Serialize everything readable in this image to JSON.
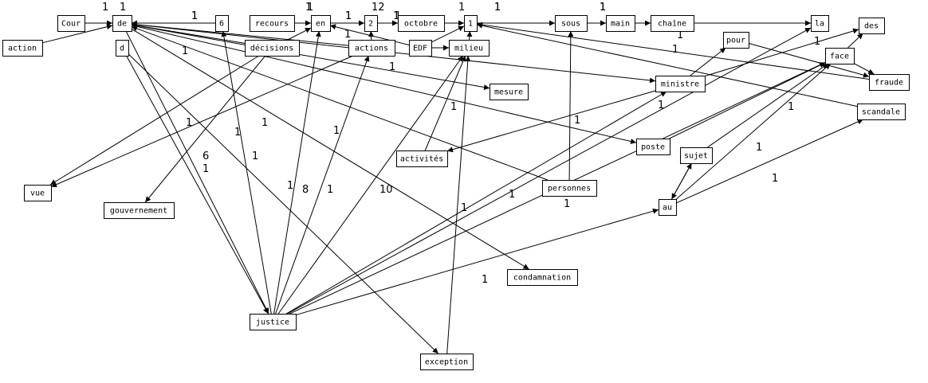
{
  "nodes": [
    {
      "id": "cour",
      "label": "Cour"
    },
    {
      "id": "de",
      "label": "de"
    },
    {
      "id": "n6",
      "label": "6"
    },
    {
      "id": "recours",
      "label": "recours"
    },
    {
      "id": "en",
      "label": "en"
    },
    {
      "id": "n2",
      "label": "2"
    },
    {
      "id": "octobre",
      "label": "octobre"
    },
    {
      "id": "n1",
      "label": "1"
    },
    {
      "id": "sous",
      "label": "sous"
    },
    {
      "id": "main",
      "label": "main"
    },
    {
      "id": "chaine",
      "label": "chaîne"
    },
    {
      "id": "la",
      "label": "la"
    },
    {
      "id": "des",
      "label": "des"
    },
    {
      "id": "action",
      "label": "action"
    },
    {
      "id": "d",
      "label": "d"
    },
    {
      "id": "decisions",
      "label": "décisions"
    },
    {
      "id": "actions",
      "label": "actions"
    },
    {
      "id": "edf",
      "label": "EDF"
    },
    {
      "id": "milieu",
      "label": "milieu"
    },
    {
      "id": "pour",
      "label": "pour"
    },
    {
      "id": "face",
      "label": "face"
    },
    {
      "id": "fraude",
      "label": "fraude"
    },
    {
      "id": "ministre",
      "label": "ministre"
    },
    {
      "id": "mesure",
      "label": "mesure"
    },
    {
      "id": "scandale",
      "label": "scandale"
    },
    {
      "id": "activites",
      "label": "activités"
    },
    {
      "id": "poste",
      "label": "poste"
    },
    {
      "id": "sujet",
      "label": "sujet"
    },
    {
      "id": "vue",
      "label": "vue"
    },
    {
      "id": "gouvernement",
      "label": "gouvernement"
    },
    {
      "id": "personnes",
      "label": "personnes"
    },
    {
      "id": "au",
      "label": "au"
    },
    {
      "id": "condamnation",
      "label": "condamnation"
    },
    {
      "id": "justice",
      "label": "justice"
    },
    {
      "id": "exception",
      "label": "exception"
    }
  ],
  "edges": [
    {
      "from": "cour",
      "to": "de",
      "weight": "1"
    },
    {
      "from": "recours",
      "to": "en",
      "weight": "1"
    },
    {
      "from": "en",
      "to": "n2",
      "weight": "1"
    },
    {
      "from": "n2",
      "to": "octobre",
      "weight": "1"
    },
    {
      "from": "octobre",
      "to": "n1",
      "weight": "1"
    },
    {
      "from": "n1",
      "to": "sous",
      "weight": "1"
    },
    {
      "from": "sous",
      "to": "main",
      "weight": "1"
    },
    {
      "from": "main",
      "to": "chaine",
      "weight": ""
    },
    {
      "from": "chaine",
      "to": "la",
      "weight": ""
    },
    {
      "from": "n6",
      "to": "de",
      "weight": "1"
    },
    {
      "from": "action",
      "to": "de",
      "weight": ""
    },
    {
      "from": "decisions",
      "to": "de",
      "weight": ""
    },
    {
      "from": "actions",
      "to": "de",
      "weight": ""
    },
    {
      "from": "edf",
      "to": "en",
      "weight": "1"
    },
    {
      "from": "decisions",
      "to": "en",
      "weight": ""
    },
    {
      "from": "actions",
      "to": "n2",
      "weight": ""
    },
    {
      "from": "edf",
      "to": "milieu",
      "weight": ""
    },
    {
      "from": "edf",
      "to": "n1",
      "weight": "1"
    },
    {
      "from": "milieu",
      "to": "n1",
      "weight": ""
    },
    {
      "from": "de",
      "to": "ministre",
      "weight": ""
    },
    {
      "from": "de",
      "to": "mesure",
      "weight": ""
    },
    {
      "from": "de",
      "to": "poste",
      "weight": ""
    },
    {
      "from": "de",
      "to": "condamnation",
      "weight": ""
    },
    {
      "from": "d",
      "to": "justice",
      "weight": "6"
    },
    {
      "from": "de",
      "to": "justice",
      "weight": "1"
    },
    {
      "from": "d",
      "to": "exception",
      "weight": "1"
    },
    {
      "from": "decisions",
      "to": "vue",
      "weight": "1"
    },
    {
      "from": "actions",
      "to": "vue",
      "weight": ""
    },
    {
      "from": "decisions",
      "to": "gouvernement",
      "weight": ""
    },
    {
      "from": "justice",
      "to": "n6",
      "weight": "1"
    },
    {
      "from": "justice",
      "to": "en",
      "weight": "8"
    },
    {
      "from": "justice",
      "to": "actions",
      "weight": "1"
    },
    {
      "from": "justice",
      "to": "milieu",
      "weight": "10"
    },
    {
      "from": "justice",
      "to": "ministre",
      "weight": "1"
    },
    {
      "from": "justice",
      "to": "au",
      "weight": "1"
    },
    {
      "from": "justice",
      "to": "la",
      "weight": "1"
    },
    {
      "from": "justice",
      "to": "face",
      "weight": ""
    },
    {
      "from": "exception",
      "to": "milieu",
      "weight": "1"
    },
    {
      "from": "activites",
      "to": "milieu",
      "weight": "1"
    },
    {
      "from": "ministre",
      "to": "activites",
      "weight": ""
    },
    {
      "from": "ministre",
      "to": "pour",
      "weight": ""
    },
    {
      "from": "ministre",
      "to": "des",
      "weight": "1"
    },
    {
      "from": "pour",
      "to": "fraude",
      "weight": ""
    },
    {
      "from": "face",
      "to": "fraude",
      "weight": ""
    },
    {
      "from": "face",
      "to": "des",
      "weight": ""
    },
    {
      "from": "poste",
      "to": "face",
      "weight": "1"
    },
    {
      "from": "sujet",
      "to": "face",
      "weight": ""
    },
    {
      "from": "au",
      "to": "sujet",
      "weight": "1"
    },
    {
      "from": "sujet",
      "to": "au",
      "weight": ""
    },
    {
      "from": "au",
      "to": "face",
      "weight": ""
    },
    {
      "from": "au",
      "to": "scandale",
      "weight": "1"
    },
    {
      "from": "personnes",
      "to": "sous",
      "weight": ""
    },
    {
      "from": "personnes",
      "to": "de",
      "weight": ""
    },
    {
      "from": "fraude",
      "to": "n1",
      "weight": "1"
    },
    {
      "from": "scandale",
      "to": "n1",
      "weight": ""
    }
  ],
  "extra_labels": [
    "1",
    "1",
    "1",
    "1",
    "12",
    "1",
    "1",
    "1",
    "1",
    "1",
    "1",
    "1",
    "1",
    "1",
    "1",
    "1"
  ]
}
